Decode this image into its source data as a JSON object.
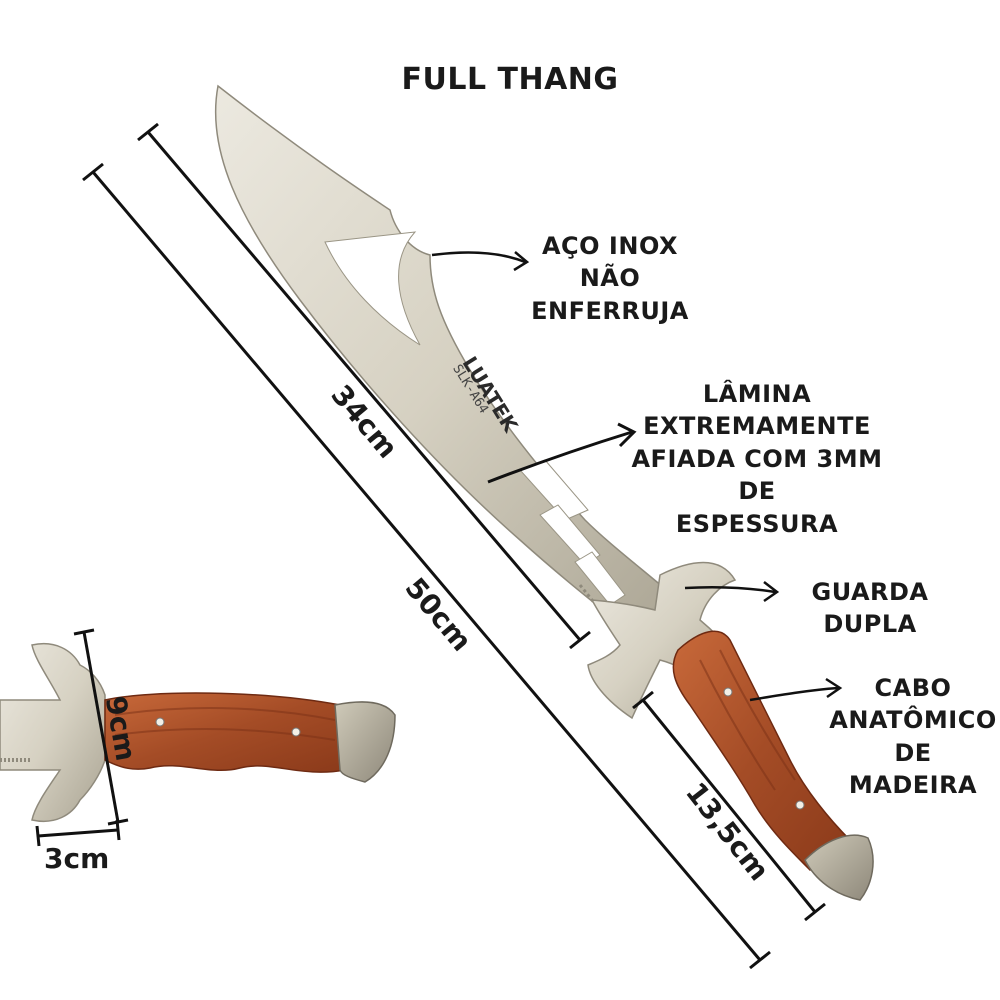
{
  "title": "FULL THANG",
  "callouts": {
    "steel": {
      "line1": "AÇO INOX NÃO",
      "line2": "ENFERRUJA"
    },
    "blade": {
      "line1": "LÂMINA EXTREMAMENTE",
      "line2": "AFIADA COM 3MM DE",
      "line3": "ESPESSURA"
    },
    "guard": {
      "line1": "GUARDA DUPLA"
    },
    "handle": {
      "line1": "CABO",
      "line2": "ANATÔMICO DE",
      "line3": "MADEIRA"
    }
  },
  "measurements": {
    "blade_length": "34cm",
    "total_length": "50cm",
    "handle_length": "13,5cm",
    "guard_height": "9cm",
    "guard_width": "3cm"
  },
  "blade_marking": {
    "brand": "LUATEK",
    "model": "SLK-A64"
  },
  "colors": {
    "steel": "#d9d5c8",
    "wood": "#b45a30",
    "wood_dark": "#7a2f16",
    "line": "#111111"
  }
}
